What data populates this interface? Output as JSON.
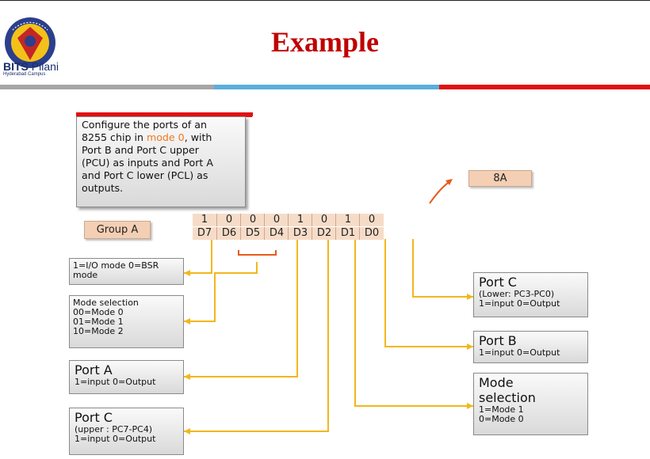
{
  "header": {
    "title": "Example",
    "logo_name": "BITS",
    "logo_suffix": " Pilani",
    "logo_campus": "Hyderabad Campus"
  },
  "description": {
    "line1": "Configure the ports of an",
    "line2_pre": "8255 chip in ",
    "line2_mode": "mode 0",
    "line2_post": ", with",
    "line3": "Port B and  Port C upper",
    "line4": "(PCU) as inputs and Port A",
    "line5": "and Port C lower (PCL) as",
    "line6": "outputs."
  },
  "group_label": "Group A",
  "hex_value": "8A",
  "bit_values": [
    "1",
    "0",
    "0",
    "0",
    "1",
    "0",
    "1",
    "0"
  ],
  "bit_names": [
    "D7",
    "D6",
    "D5",
    "D4",
    "D3",
    "D2",
    "D1",
    "D0"
  ],
  "boxes": {
    "io_mode": {
      "line1": "1=I/O mode 0=BSR",
      "line2": "mode"
    },
    "mode_sel_a": {
      "line1": "Mode selection",
      "line2": "00=Mode 0",
      "line3": "01=Mode 1",
      "line4": "10=Mode 2"
    },
    "port_a": {
      "title": "Port A",
      "detail": "1=input 0=Output"
    },
    "port_c_upper": {
      "title": "Port C",
      "sub": "(upper : PC7-PC4)",
      "detail": "1=input 0=Output"
    },
    "port_c_lower": {
      "title": "Port C",
      "sub": "(Lower: PC3-PC0)",
      "detail": "1=input 0=Output"
    },
    "port_b": {
      "title": "Port B",
      "detail": "1=input 0=Output"
    },
    "mode_sel_b": {
      "title1": "Mode",
      "title2": "selection",
      "detail1": "1=Mode 1",
      "detail2": "0=Mode 0"
    }
  },
  "colors": {
    "title": "#c00000",
    "highlight": "#f07820",
    "connector": "#f2b71c",
    "bracket": "#e85a1a"
  }
}
